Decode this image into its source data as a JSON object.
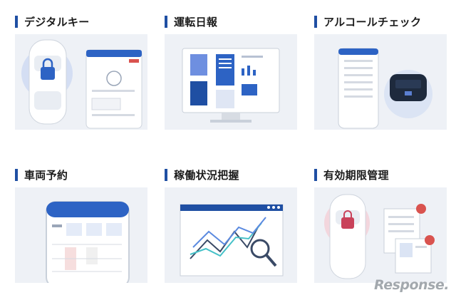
{
  "features": [
    {
      "title": "デジタルキー",
      "icon": "digital-key-illustration"
    },
    {
      "title": "運転日報",
      "icon": "driving-report-illustration"
    },
    {
      "title": "アルコールチェック",
      "icon": "alcohol-check-illustration"
    },
    {
      "title": "車両予約",
      "icon": "vehicle-reservation-illustration"
    },
    {
      "title": "稼働状況把握",
      "icon": "operation-status-illustration"
    },
    {
      "title": "有効期限管理",
      "icon": "expiry-management-illustration"
    }
  ],
  "watermark": "Response.",
  "colors": {
    "accent": "#1f4fa3",
    "background": "#eef1f6"
  }
}
